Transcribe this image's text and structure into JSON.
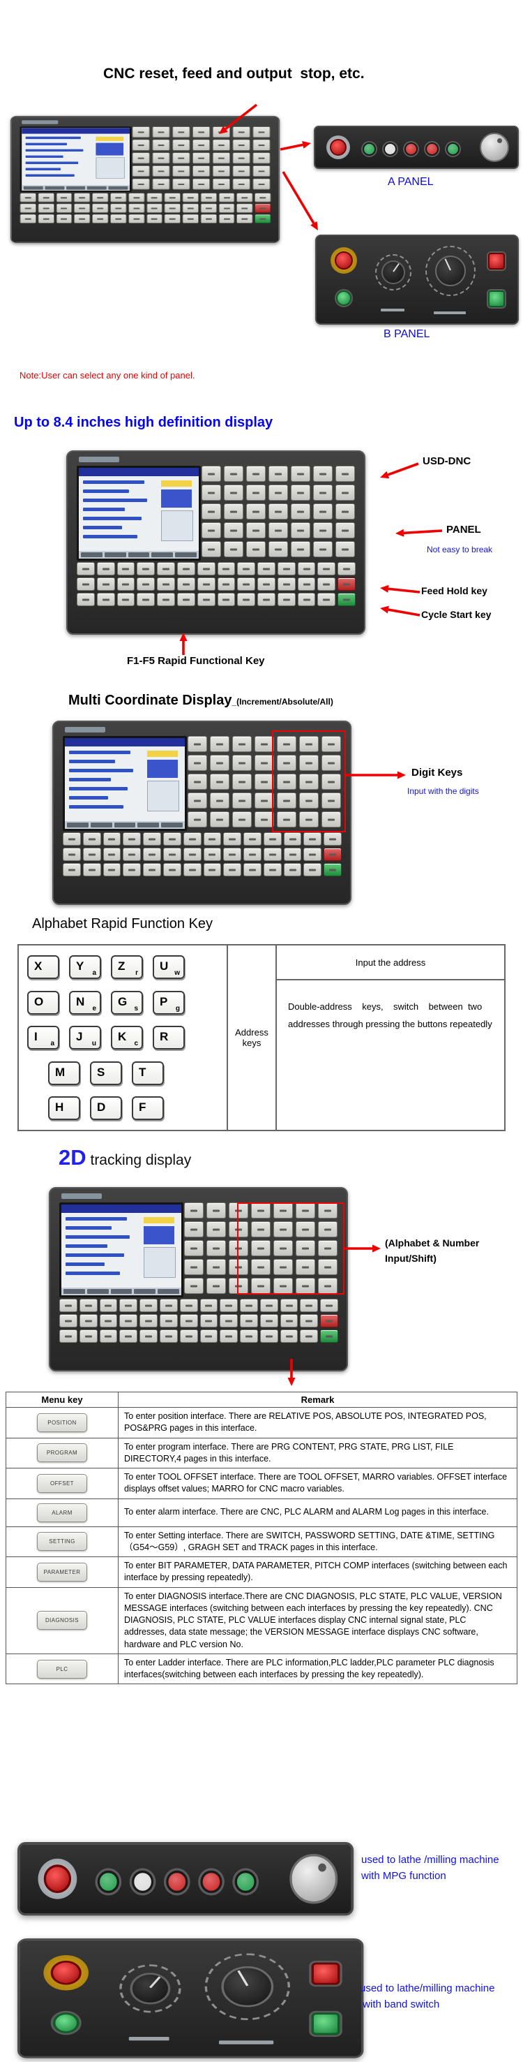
{
  "colors": {
    "accent_red": "#ee0000",
    "label_blue": "#0b0bd6",
    "heading_blue": "#0404f0"
  },
  "section1": {
    "title": "CNC reset, feed and output  stop, etc.",
    "a_panel_label": "A PANEL",
    "b_panel_label": "B PANEL",
    "note": "Note:User can select any one kind of panel."
  },
  "section2": {
    "title": "Up to 8.4 inches high definition display",
    "usb_label": "USD-DNC",
    "panel_label": "PANEL",
    "panel_sub": "Not easy to break",
    "feed_hold": "Feed Hold key",
    "cycle_start": "Cycle Start key",
    "f1f5": "F1-F5 Rapid Functional Key"
  },
  "section3": {
    "title_main": "Multi Coordinate Display",
    "title_sub": "_(Increment/Absolute/All)",
    "digit_keys": "Digit Keys",
    "digit_sub": "Input with the digits"
  },
  "section4": {
    "title": "Alphabet Rapid Function Key",
    "address_label": "Address keys",
    "input_header": "Input the address",
    "double_line1": "Double-address    keys,    switch    between  two",
    "double_line2": "addresses through pressing the buttons repeatedly",
    "key_rows": [
      [
        {
          "m": "X",
          "s": ""
        },
        {
          "m": "Y",
          "s": "a"
        },
        {
          "m": "Z",
          "s": "r"
        },
        {
          "m": "U",
          "s": "w"
        }
      ],
      [
        {
          "m": "O",
          "s": ""
        },
        {
          "m": "N",
          "s": "e"
        },
        {
          "m": "G",
          "s": "s"
        },
        {
          "m": "P",
          "s": "g"
        }
      ],
      [
        {
          "m": "I",
          "s": "a"
        },
        {
          "m": "J",
          "s": "u"
        },
        {
          "m": "K",
          "s": "c"
        },
        {
          "m": "R",
          "s": ""
        }
      ],
      [
        {
          "m": "M",
          "s": ""
        },
        {
          "m": "S",
          "s": ""
        },
        {
          "m": "T",
          "s": ""
        }
      ],
      [
        {
          "m": "H",
          "s": ""
        },
        {
          "m": "D",
          "s": ""
        },
        {
          "m": "F",
          "s": ""
        }
      ]
    ]
  },
  "section5": {
    "title_2d": "2D",
    "title_rest": " tracking display",
    "alpha_line1": "(Alphabet & Number",
    "alpha_line2": "Input/Shift)"
  },
  "menu_table": {
    "header_key": "Menu key",
    "header_remark": "Remark",
    "rows": [
      {
        "key": "POSITION",
        "remark": "To enter position interface. There are RELATIVE POS, ABSOLUTE POS, INTEGRATED POS, POS&PRG pages in this interface."
      },
      {
        "key": "PROGRAM",
        "remark": "To enter program interface. There are PRG CONTENT, PRG STATE, PRG LIST, FILE DIRECTORY,4 pages in this interface."
      },
      {
        "key": "OFFSET",
        "remark": "To enter TOOL OFFSET interface. There are TOOL OFFSET, MARRO variables. OFFSET interface displays offset values; MARRO for CNC macro variables."
      },
      {
        "key": "ALARM",
        "remark": "To enter alarm interface. There are CNC, PLC ALARM and ALARM Log pages in this interface."
      },
      {
        "key": "SETTING",
        "remark": "To enter Setting interface. There are SWITCH, PASSWORD SETTING, DATE &TIME, SETTING （G54～G59）, GRAGH SET and TRACK pages in this interface."
      },
      {
        "key": "PARAMETER",
        "remark": "To enter BIT PARAMETER, DATA PARAMETER, PITCH COMP interfaces (switching between each interface by pressing repeatedly)."
      },
      {
        "key": "DIAGNOSIS",
        "remark": "To enter DIAGNOSIS interface.There are CNC DIAGNOSIS, PLC STATE, PLC VALUE, VERSION MESSAGE interfaces (switching between each interfaces by pressing the key repeatedly). CNC DIAGNOSIS, PLC STATE, PLC VALUE interfaces display CNC internal signal state, PLC addresses, data state message; the VERSION MESSAGE interface displays CNC software, hardware and PLC version No."
      },
      {
        "key": "PLC",
        "remark": "To enter Ladder interface. There are PLC information,PLC ladder,PLC parameter PLC diagnosis interfaces(switching between each interfaces by pressing the key repeatedly)."
      }
    ]
  },
  "bottom": {
    "mpg_line1": "used to lathe /milling machine",
    "mpg_line2": "with MPG function",
    "band_line1": "used to lathe/milling machine",
    "band_line2": " with band switch"
  }
}
